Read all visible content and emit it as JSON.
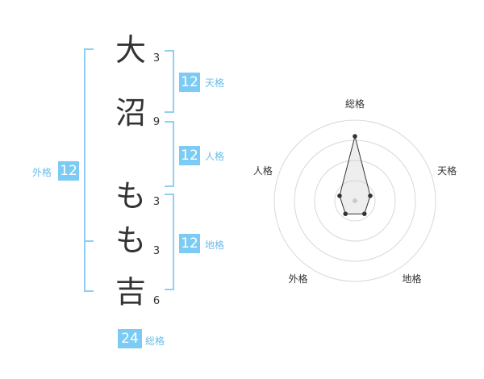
{
  "name_chars": [
    {
      "char": "大",
      "strokes": "3"
    },
    {
      "char": "沼",
      "strokes": "9"
    },
    {
      "char": "も",
      "strokes": "3"
    },
    {
      "char": "も",
      "strokes": "3"
    },
    {
      "char": "吉",
      "strokes": "6"
    }
  ],
  "grades": {
    "ten": {
      "value": "12",
      "label": "天格"
    },
    "jin": {
      "value": "12",
      "label": "人格"
    },
    "chi": {
      "value": "12",
      "label": "地格"
    },
    "gai": {
      "value": "12",
      "label": "外格"
    },
    "sou": {
      "value": "24",
      "label": "総格"
    }
  },
  "colors": {
    "accent": "#7ccbf4",
    "bracket": "#8fd0f2",
    "text": "#333333"
  },
  "chart_data": {
    "type": "radar",
    "axes": [
      "総格",
      "天格",
      "地格",
      "外格",
      "人格"
    ],
    "values": [
      4,
      1,
      1,
      1,
      1
    ],
    "rmax": 5,
    "rings": 4
  }
}
